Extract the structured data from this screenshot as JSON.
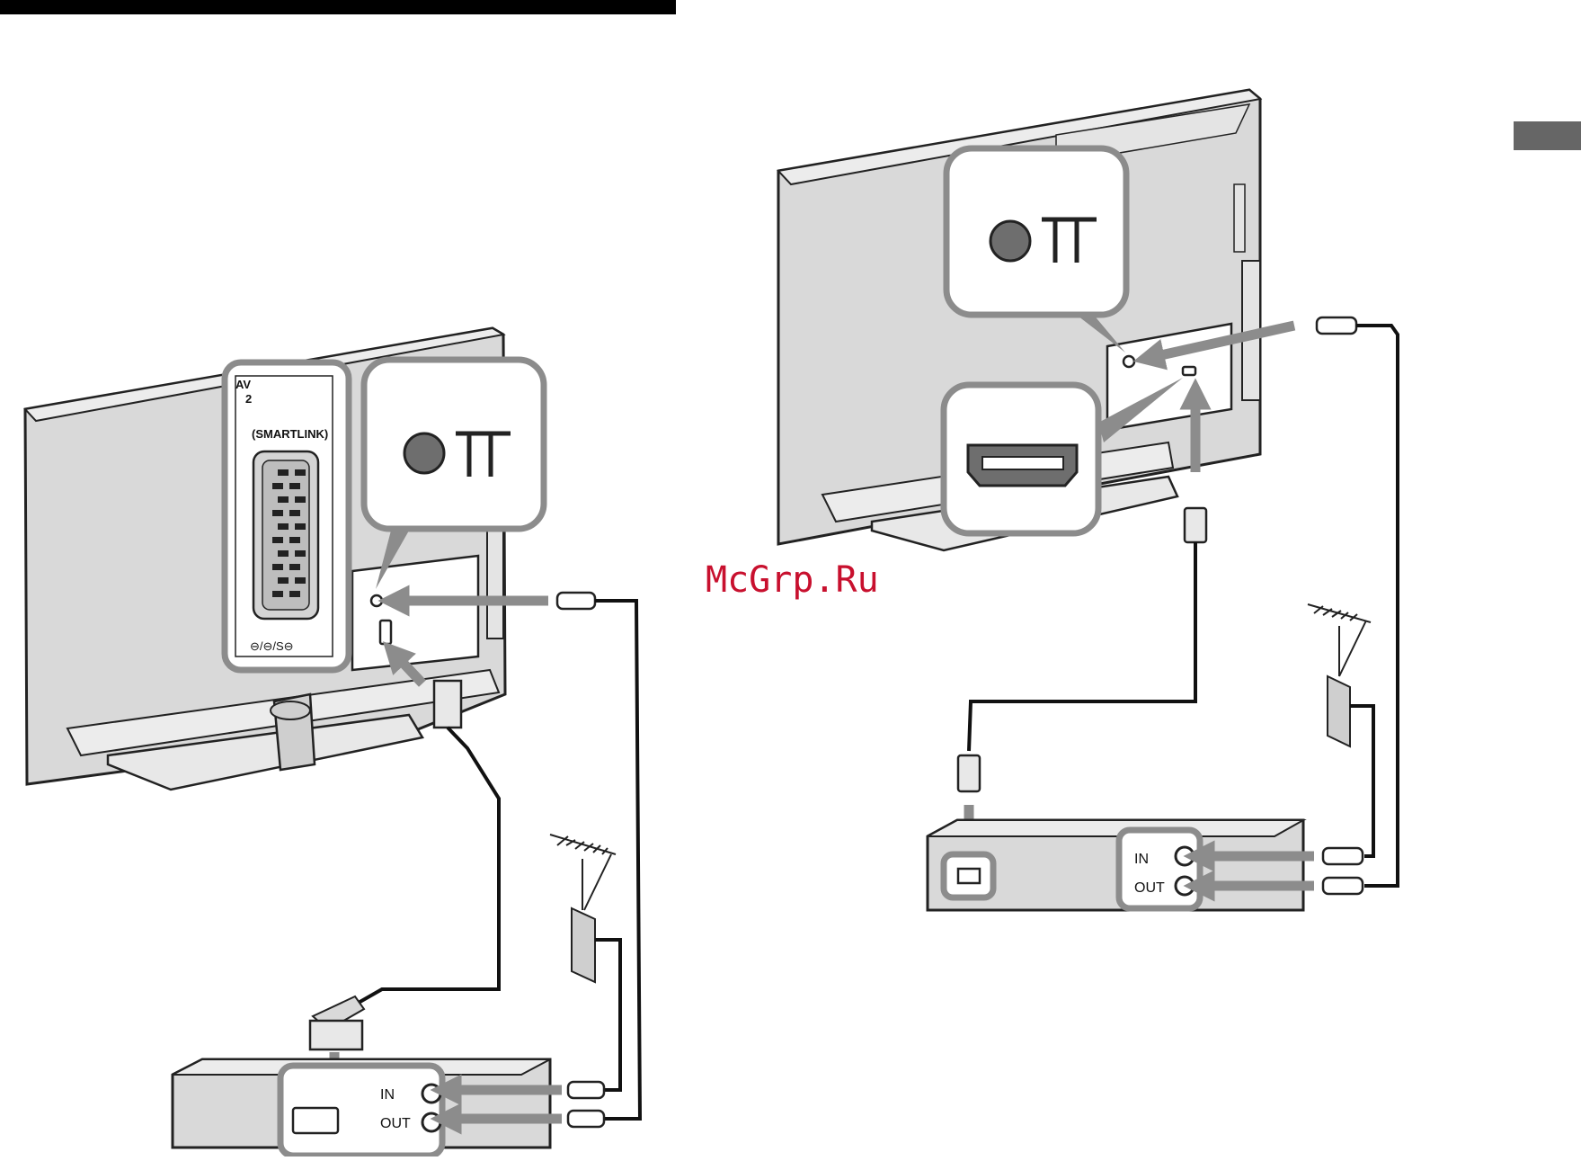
{
  "left_diagram": {
    "av_label": "AV",
    "av_number": "2",
    "smartlink_label": "(SMARTLINK)",
    "scart_symbols": "⊖/⊖/S⊖",
    "in_label": "IN",
    "out_label": "OUT"
  },
  "right_diagram": {
    "in_label": "IN",
    "out_label": "OUT"
  },
  "watermark": "McGrp.Ru",
  "colors": {
    "tv_fill": "#d9d9d9",
    "callout_stroke": "#8c8c8c",
    "arrow": "#8c8c8c",
    "cable": "#111111",
    "header_bar": "#000000",
    "side_tab": "#666666",
    "watermark": "#c8102e"
  }
}
